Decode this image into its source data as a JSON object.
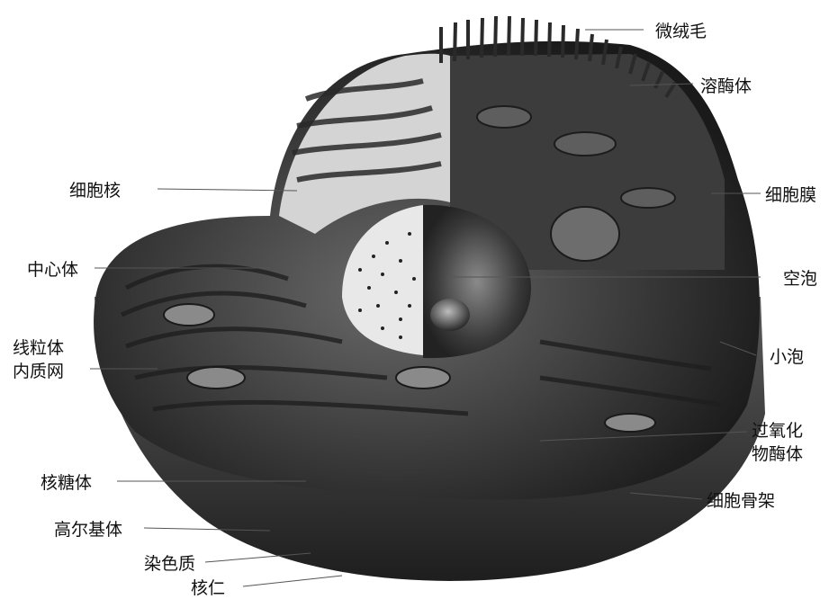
{
  "labels": {
    "microvilli": "微绒毛",
    "lysosome": "溶酶体",
    "nucleus": "细胞核",
    "cell_membrane": "细胞膜",
    "centrosome": "中心体",
    "vacuole": "空泡",
    "mitochondria": "线粒体",
    "er": "内质网",
    "vesicle": "小泡",
    "peroxisome_line1": "过氧化",
    "peroxisome_line2": "物酶体",
    "ribosome": "核糖体",
    "cytoskeleton": "细胞骨架",
    "golgi": "高尔基体",
    "chromatin": "染色质",
    "nucleolus": "核仁"
  }
}
